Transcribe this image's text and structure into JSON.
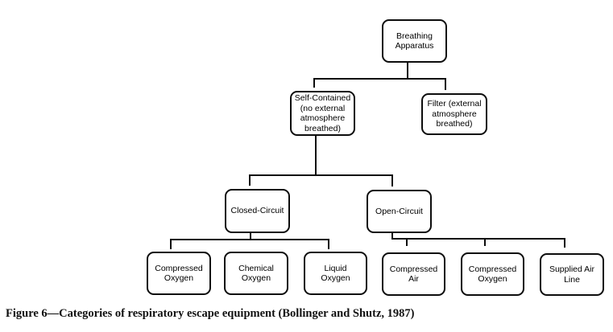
{
  "figure_caption": "Figure 6—Categories of respiratory escape equipment (Bollinger and Shutz, 1987)",
  "diagram": {
    "type": "tree",
    "nodes": [
      {
        "id": "breathing-apparatus",
        "label": "Breathing\nApparatus",
        "parent": null
      },
      {
        "id": "self-contained",
        "label": "Self-Contained\n(no external\natmosphere\nbreathed)",
        "parent": "breathing-apparatus"
      },
      {
        "id": "filter",
        "label": "Filter (external\natmosphere\nbreathed)",
        "parent": "breathing-apparatus"
      },
      {
        "id": "closed-circuit",
        "label": "Closed-Circuit",
        "parent": "self-contained"
      },
      {
        "id": "open-circuit",
        "label": "Open-Circuit",
        "parent": "self-contained"
      },
      {
        "id": "compressed-oxygen-closed",
        "label": "Compressed\nOxygen",
        "parent": "closed-circuit"
      },
      {
        "id": "chemical-oxygen",
        "label": "Chemical\nOxygen",
        "parent": "closed-circuit"
      },
      {
        "id": "liquid-oxygen",
        "label": "Liquid\nOxygen",
        "parent": "closed-circuit"
      },
      {
        "id": "compressed-air",
        "label": "Compressed\nAir",
        "parent": "open-circuit"
      },
      {
        "id": "compressed-oxygen-open",
        "label": "Compressed\nOxygen",
        "parent": "open-circuit"
      },
      {
        "id": "supplied-air-line",
        "label": "Supplied Air\nLine",
        "parent": "open-circuit"
      }
    ]
  },
  "colors": {
    "line": "#0d0d0d",
    "box_border": "#0d0d0d",
    "box_fill": "#ffffff",
    "text": "#000000",
    "background": "#ffffff"
  }
}
